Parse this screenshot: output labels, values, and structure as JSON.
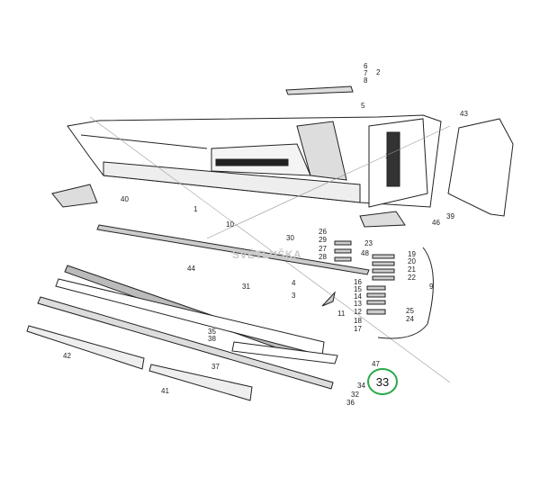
{
  "watermark": "SVĚTLUŠKA",
  "highlight": {
    "label": "33",
    "color": "#2aa84a"
  },
  "labels": {
    "l6": "6",
    "l7": "7",
    "l8": "8",
    "l2": "2",
    "l5": "5",
    "l43": "43",
    "l1a": "1",
    "l40": "40",
    "l1b": "1",
    "l10": "10",
    "l39": "39",
    "l46": "46",
    "l26": "26",
    "l29": "29",
    "l27": "27",
    "l28": "28",
    "l23": "23",
    "l48": "48",
    "l19": "19",
    "l20": "20",
    "l21": "21",
    "l22": "22",
    "l30": "30",
    "l9": "9",
    "l44": "44",
    "l31": "31",
    "l4": "4",
    "l3": "3",
    "l16": "16",
    "l15": "15",
    "l14": "14",
    "l13": "13",
    "l12": "12",
    "l11": "11",
    "l25": "25",
    "l24": "24",
    "l18": "18",
    "l17": "17",
    "l35": "35",
    "l38": "38",
    "l47": "47",
    "l34": "34",
    "l32": "32",
    "l36": "36",
    "l42": "42",
    "l37": "37",
    "l41": "41"
  }
}
